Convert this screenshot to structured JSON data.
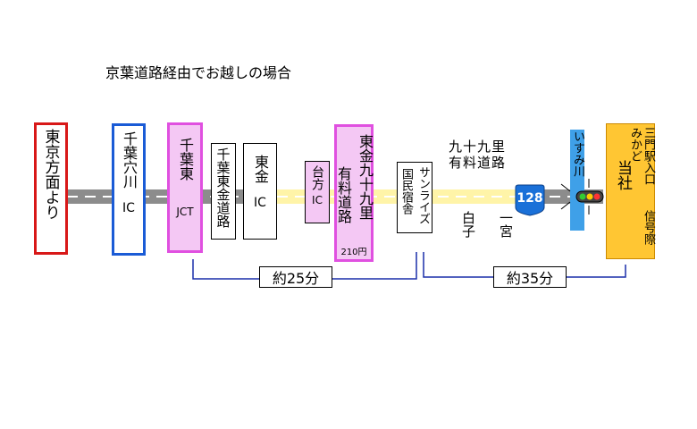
{
  "title": "京葉道路経由でお越しの場合",
  "colors": {
    "red": "#d81818",
    "blue": "#1a5bd6",
    "pink_fill": "#f4c8f4",
    "pink_border": "#e050e0",
    "highway": "#8c8c8c",
    "highlight": "#fff4a8",
    "route_sign": "#1a70d8",
    "company_fill": "#ffc633",
    "company_border": "#cc8a00",
    "river": "#3fa0e8",
    "bracket": "#1a2faa"
  },
  "nodes": {
    "tokyo": "東京方面より",
    "chiba_anagawa": {
      "name": "千葉穴川",
      "sub": "IC"
    },
    "chiba_higashi": {
      "name": "千葉東",
      "sub": "JCT"
    },
    "chiba_togane_road": "千葉東金道路",
    "togane": {
      "name": "東金",
      "sub": "IC"
    },
    "daikata": {
      "name": "台方",
      "sub": "IC"
    },
    "togane_kujukuri": {
      "name": "東金九十九里有料道路",
      "line1": "東金九十九里",
      "line2": "有料道路",
      "price": "210円"
    },
    "kokumin": {
      "line1": "国民宿舎",
      "line2": "サンライズ"
    },
    "kujukuri_toll": {
      "line1": "九十九里",
      "line2": "有料道路"
    },
    "shirako": "白子",
    "ichinomiya": "一宮",
    "route": "128",
    "isumi": "いすみ川",
    "company": {
      "station": "三門駅入口",
      "mikado": "みかど",
      "name": "当社",
      "signal": "信号際"
    }
  },
  "durations": {
    "first": "約25分",
    "second": "約35分"
  }
}
